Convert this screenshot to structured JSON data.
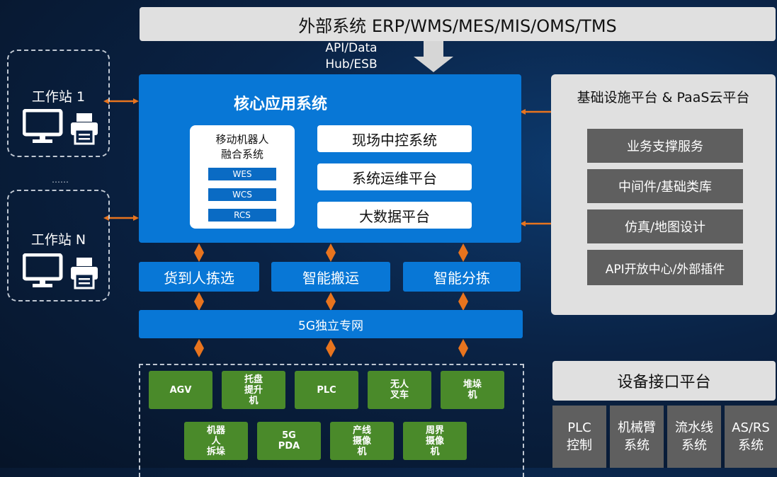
{
  "external": {
    "label": "外部系统 ERP/WMS/MES/MIS/OMS/TMS",
    "api_line1": "API/Data",
    "api_line2": "Hub/ESB"
  },
  "core": {
    "title": "核心应用系统",
    "robot": {
      "title_line1": "移动机器人",
      "title_line2": "融合系统",
      "items": [
        "WES",
        "WCS",
        "RCS"
      ]
    },
    "systems": [
      "现场中控系统",
      "系统运维平台",
      "大数据平台"
    ]
  },
  "stations": [
    {
      "label": "工作站 1"
    },
    {
      "label": "工作站 N"
    }
  ],
  "stations_ellipsis": "……",
  "apps": [
    "货到人拣选",
    "智能搬运",
    "智能分拣"
  ],
  "network": "5G独立专网",
  "devices_row1": [
    [
      "AGV"
    ],
    [
      "托盘",
      "提升",
      "机"
    ],
    [
      "PLC"
    ],
    [
      "无人",
      "叉车"
    ],
    [
      "堆垛",
      "机"
    ]
  ],
  "devices_row2": [
    [
      "机器",
      "人",
      "拆垛"
    ],
    [
      "5G",
      "PDA"
    ],
    [
      "产线",
      "摄像",
      "机"
    ],
    [
      "周界",
      "摄像",
      "机"
    ]
  ],
  "infra": {
    "title": "基础设施平台 & PaaS云平台",
    "services": [
      "业务支撑服务",
      "中间件/基础类库",
      "仿真/地图设计",
      "API开放中心/外部插件"
    ]
  },
  "device_interface": {
    "title": "设备接口平台",
    "items": [
      [
        "PLC",
        "控制"
      ],
      [
        "机械臂",
        "系统"
      ],
      [
        "流水线",
        "系统"
      ],
      [
        "AS/RS",
        "系统"
      ]
    ]
  },
  "colors": {
    "core_blue": "#0877d6",
    "device_green": "#4a8a2a",
    "arrow_orange": "#e8741e",
    "panel_gray": "#e0e0e0"
  }
}
